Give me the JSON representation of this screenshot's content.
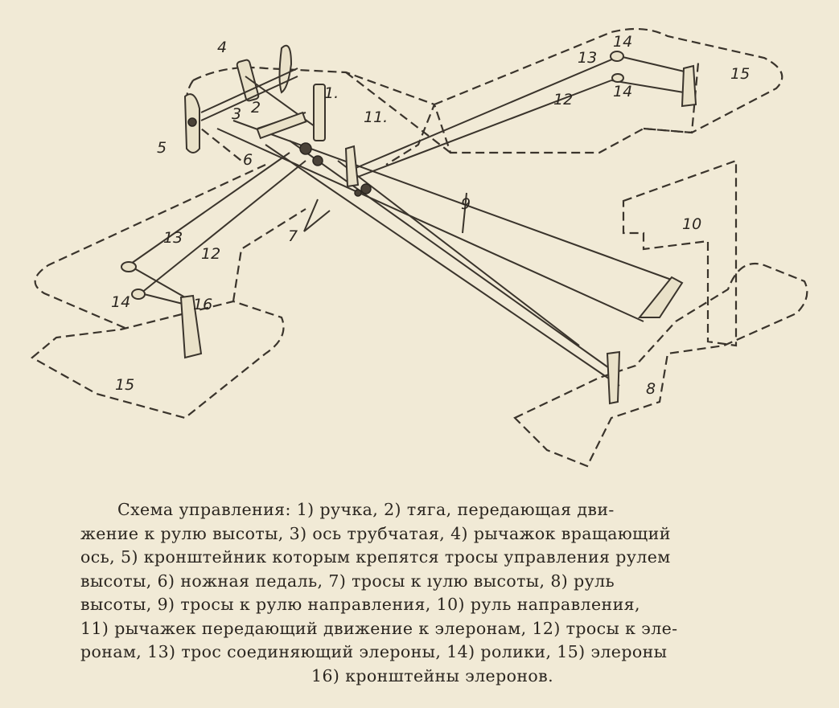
{
  "labels": {
    "l1": "1.",
    "l2": "2",
    "l3": "3",
    "l4": "4",
    "l5": "5",
    "l6": "6",
    "l7": "7",
    "l8": "8",
    "l9": "9",
    "l10": "10",
    "l11": "11.",
    "l12_right": "12",
    "l12_left": "12",
    "l13_right": "13",
    "l13_left": "13",
    "l14_right_top": "14",
    "l14_right_bottom": "14",
    "l14_left": "14",
    "l15_right": "15",
    "l15_left": "15",
    "l16": "16"
  },
  "caption": {
    "lines": [
      "Схема управления: 1) ручка, 2) тяга, передающая дви-",
      "жение к рулю высоты, 3) ось трубчатая, 4) рычажок вращающий",
      "ось, 5) кронштейник которым крепятся тросы управления рулем",
      "высоты, 6) ножная педаль, 7) тросы к ıулю высоты, 8) руль",
      "высоты, 9) тросы к рулю направления, 10) руль направления,",
      "11) рычажек передающий движение к элеронам, 12) тросы к эле-",
      "ронам, 13) трос соединяющий элероны, 14) ролики, 15) элероны",
      "16) кронштейны элеронов."
    ]
  }
}
